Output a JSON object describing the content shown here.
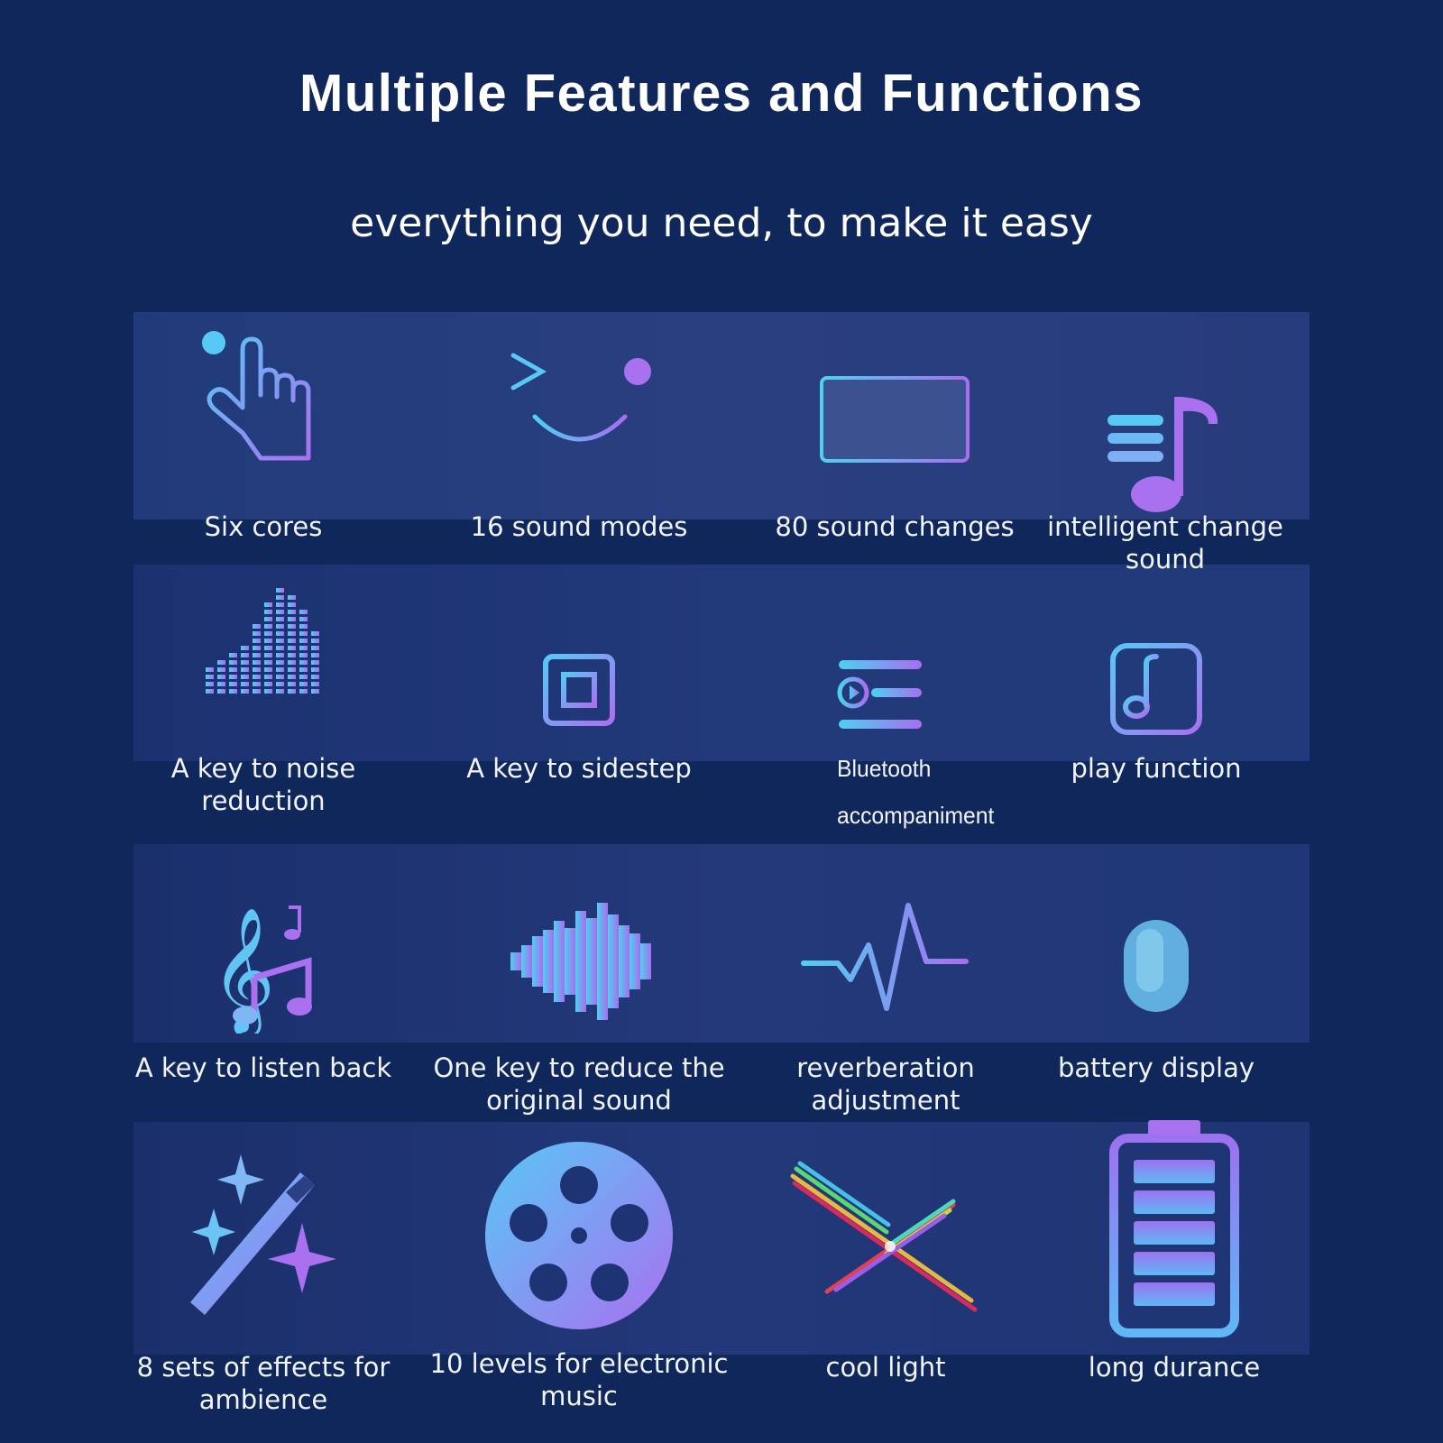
{
  "header": {
    "title": "Multiple Features and Functions",
    "subtitle": "everything you need, to make it easy"
  },
  "colors": {
    "background": "#10275c",
    "icon_cyan": "#58c8f5",
    "icon_violet": "#a970f0"
  },
  "features": [
    {
      "label": "Six cores",
      "icon": "hand-pointer-icon"
    },
    {
      "label": "16 sound modes",
      "icon": "smiley-wink-icon"
    },
    {
      "label": "80 sound changes",
      "icon": "rectangle-panel-icon"
    },
    {
      "label": "intelligent change sound",
      "icon": "music-note-list-icon"
    },
    {
      "label": "A key to noise reduction",
      "icon": "equalizer-bars-icon"
    },
    {
      "label": "A key to sidestep",
      "icon": "chip-icon"
    },
    {
      "label_line1": "Bluetooth",
      "label_line2": "accompaniment",
      "icon": "playlist-icon"
    },
    {
      "label": "play function",
      "icon": "music-sheet-icon"
    },
    {
      "label": "A key to listen back",
      "icon": "treble-clef-notes-icon"
    },
    {
      "label": "One key to reduce the original sound",
      "icon": "sound-wave-icon"
    },
    {
      "label": "reverberation adjustment",
      "icon": "pulse-line-icon"
    },
    {
      "label": "battery display",
      "icon": "capsule-icon"
    },
    {
      "label": "8 sets of effects for ambience",
      "icon": "magic-wand-icon"
    },
    {
      "label": "10 levels for electronic music",
      "icon": "film-reel-icon"
    },
    {
      "label": "cool light",
      "icon": "light-beams-icon"
    },
    {
      "label": "long durance",
      "icon": "battery-full-icon"
    }
  ]
}
